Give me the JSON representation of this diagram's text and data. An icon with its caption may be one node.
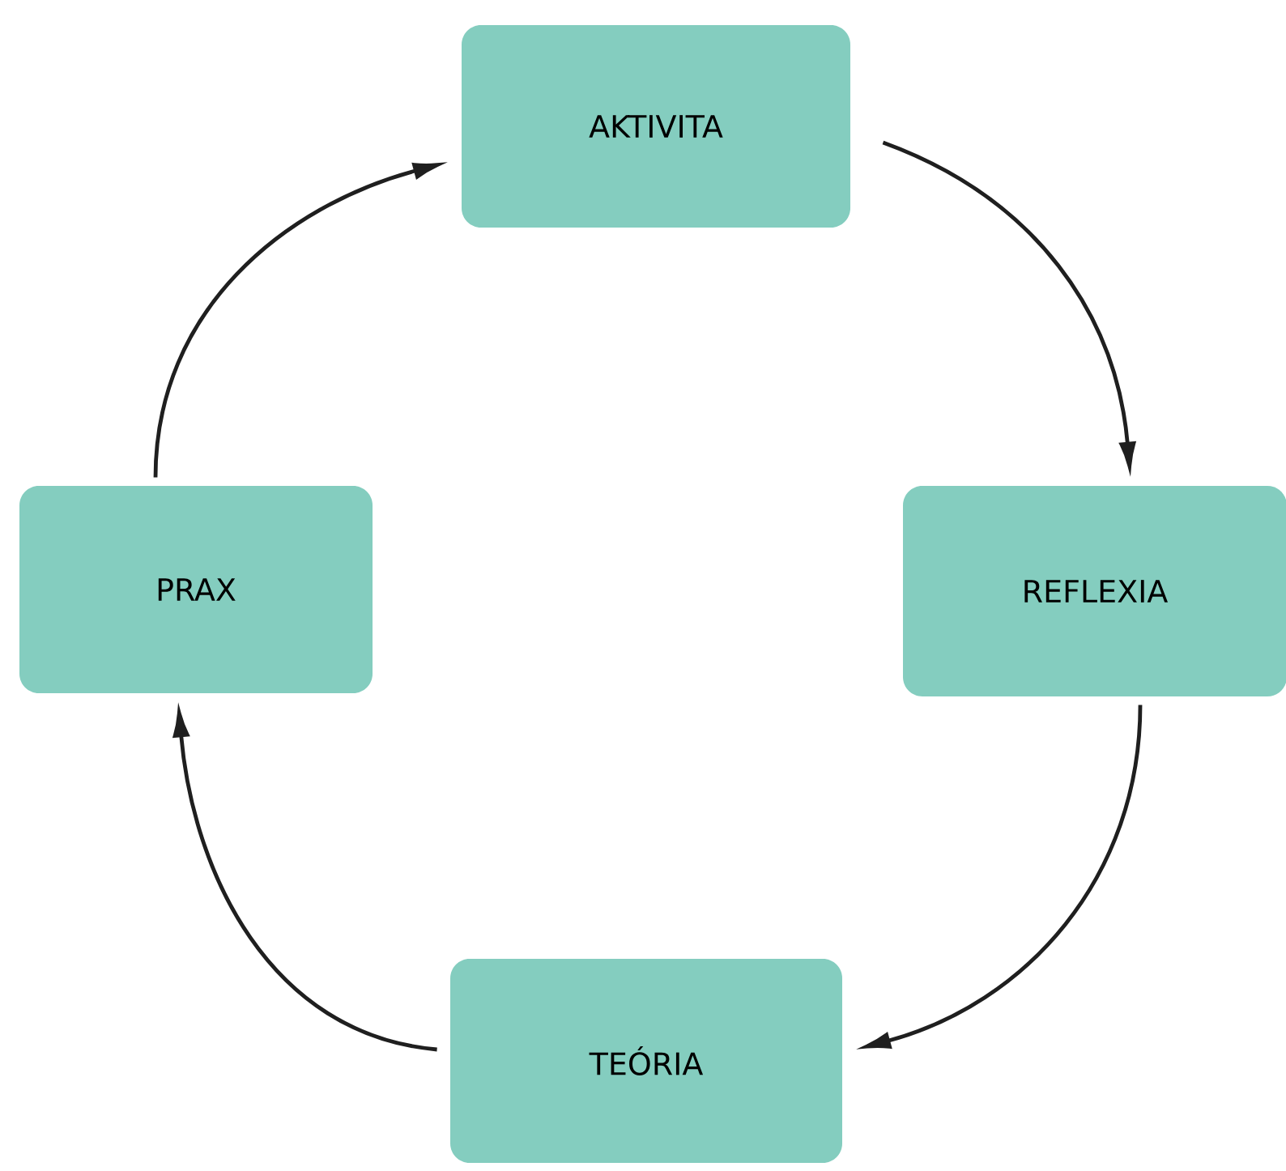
{
  "diagram": {
    "nodes": [
      {
        "text": [
          "AKTIVITA"
        ]
      },
      {
        "text": [
          "REFLEXIA"
        ]
      },
      {
        "text": [
          "TEÓRIA"
        ]
      },
      {
        "text": [
          "PRAX"
        ]
      }
    ],
    "edges": [
      {
        "from": 0,
        "to": 1,
        "arrow": "to"
      },
      {
        "from": 1,
        "to": 2,
        "arrow": "to"
      },
      {
        "from": 2,
        "to": 3,
        "arrow": "to"
      },
      {
        "from": 3,
        "to": 0,
        "arrow": "to"
      }
    ]
  }
}
